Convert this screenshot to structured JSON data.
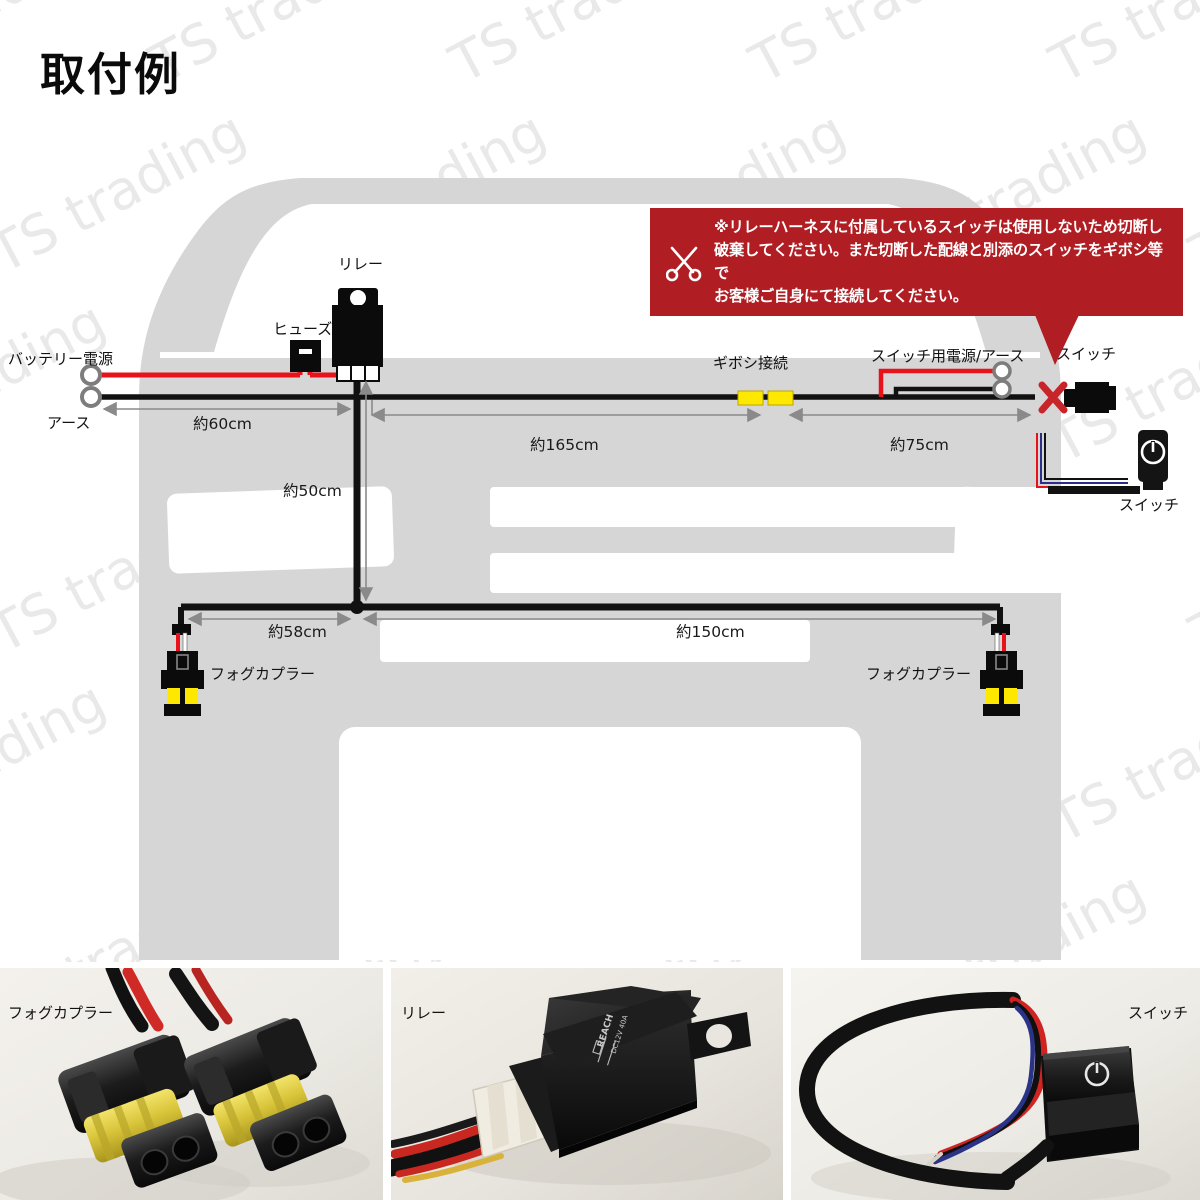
{
  "page": {
    "title": "取付例",
    "brand_watermark": "TS trading"
  },
  "callout": {
    "icon": "scissors-icon",
    "color": "#b01e24",
    "text_lines": [
      "※リレーハーネスに付属しているスイッチは使用しないため切断し",
      "破棄してください。また切断した配線と別添のスイッチをギボシ等で",
      "お客様ご自身にて接続してください。"
    ]
  },
  "diagram": {
    "labels": {
      "battery": "バッテリー電源",
      "ground": "アース",
      "fuse": "ヒューズ",
      "relay": "リレー",
      "bullet_connector": "ギボシ接続",
      "switch_power_ground": "スイッチ用電源/アース",
      "switch_cut": "スイッチ",
      "switch_new": "スイッチ",
      "fog_coupler_left": "フォグカプラー",
      "fog_coupler_right": "フォグカプラー"
    },
    "dimensions": {
      "battery_to_relay": "約60cm",
      "relay_drop": "約50cm",
      "relay_to_gibosi": "約165cm",
      "gibosi_to_switch": "約75cm",
      "center_to_left_fog": "約58cm",
      "center_to_right_fog": "約150cm"
    },
    "colors": {
      "positive_wire": "#e8131a",
      "negative_wire": "#111111",
      "bullet_connector": "#ffe800",
      "cut_mark": "#c8252b",
      "car_body": "#d6d6d6",
      "dimension_line": "#8a8a8a"
    }
  },
  "photos": [
    {
      "label": "フォグカプラー",
      "label_pos": "left"
    },
    {
      "label": "リレー",
      "label_pos": "left"
    },
    {
      "label": "スイッチ",
      "label_pos": "right"
    }
  ]
}
